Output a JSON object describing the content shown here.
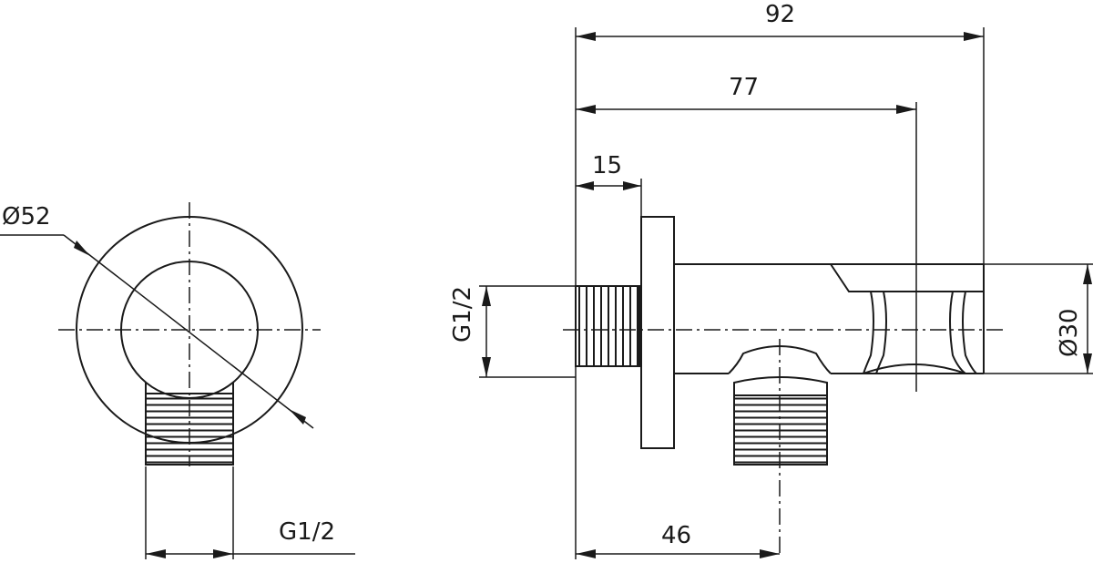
{
  "dimensions": {
    "overall_length": "92",
    "center_length": "77",
    "flange_depth": "15",
    "outlet_offset": "46",
    "body_diameter": "Ø30",
    "flange_diameter": "Ø52",
    "inlet_thread": "G1/2",
    "outlet_thread": "G1/2"
  }
}
